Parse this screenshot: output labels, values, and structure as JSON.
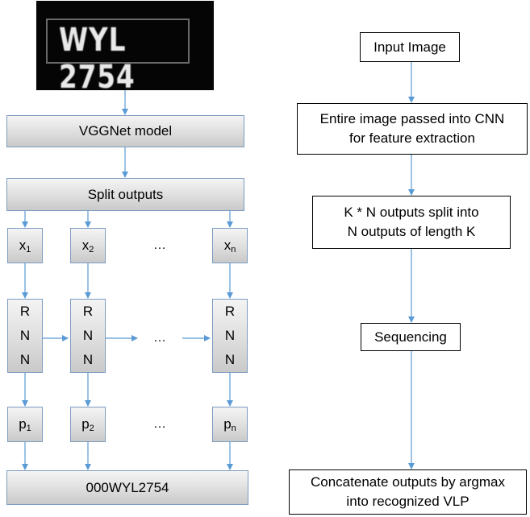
{
  "left": {
    "plate_text": "WYL 2754",
    "vgg_label": "VGGNet model",
    "split_label": "Split outputs",
    "x_nodes": [
      {
        "base": "x",
        "sub": "1"
      },
      {
        "base": "x",
        "sub": "2"
      },
      {
        "base": "x",
        "sub": "n"
      }
    ],
    "rnn_lines": [
      "R",
      "N",
      "N"
    ],
    "p_nodes": [
      {
        "base": "p",
        "sub": "1"
      },
      {
        "base": "p",
        "sub": "2"
      },
      {
        "base": "p",
        "sub": "n"
      }
    ],
    "ellipsis": "…",
    "output_label": "000WYL2754"
  },
  "right": {
    "step1": "Input Image",
    "step2_line1": "Entire image passed into CNN",
    "step2_line2": "for feature extraction",
    "step3_line1": "K * N outputs split into",
    "step3_line2": "N outputs of length K",
    "step4": "Sequencing",
    "step5_line1": "Concatenate outputs by argmax",
    "step5_line2": "into recognized VLP"
  },
  "colors": {
    "connector": "#5b9bd5",
    "box_border_left": "#7d9cc0",
    "box_border_right": "#000000"
  }
}
